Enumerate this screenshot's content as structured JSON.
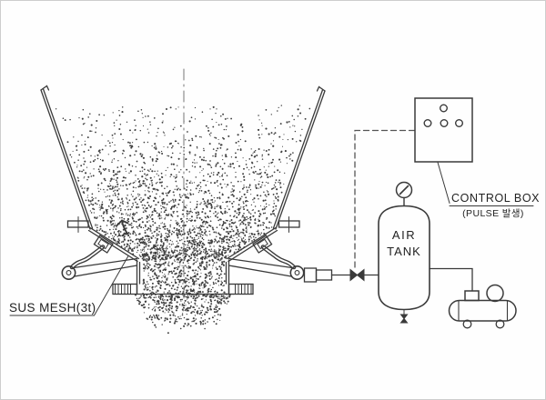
{
  "labels": {
    "sus_mesh": "SUS MESH(3t)",
    "control_box": "CONTROL BOX",
    "control_box_sub": "(PULSE 발생)",
    "air_tank_line1": "AIR",
    "air_tank_line2": "TANK"
  },
  "icons": {
    "pressure_gauge": "circle-with-diagonal-needle",
    "pulse_valve": "bowtie-valve",
    "drain_valve": "small-bowtie-valve",
    "control_box_buttons": "four-circles",
    "flow_arrow": "sketched-up-arrow",
    "hopper_centerline": "dash-dot-line",
    "control_signal_line": "dashed-line"
  },
  "colors": {
    "line": "#3a3a3a",
    "text": "#222222",
    "dots": "#3f3f3f",
    "background": "#fefefe",
    "signal_line": "#555555",
    "centerline": "#777777"
  }
}
